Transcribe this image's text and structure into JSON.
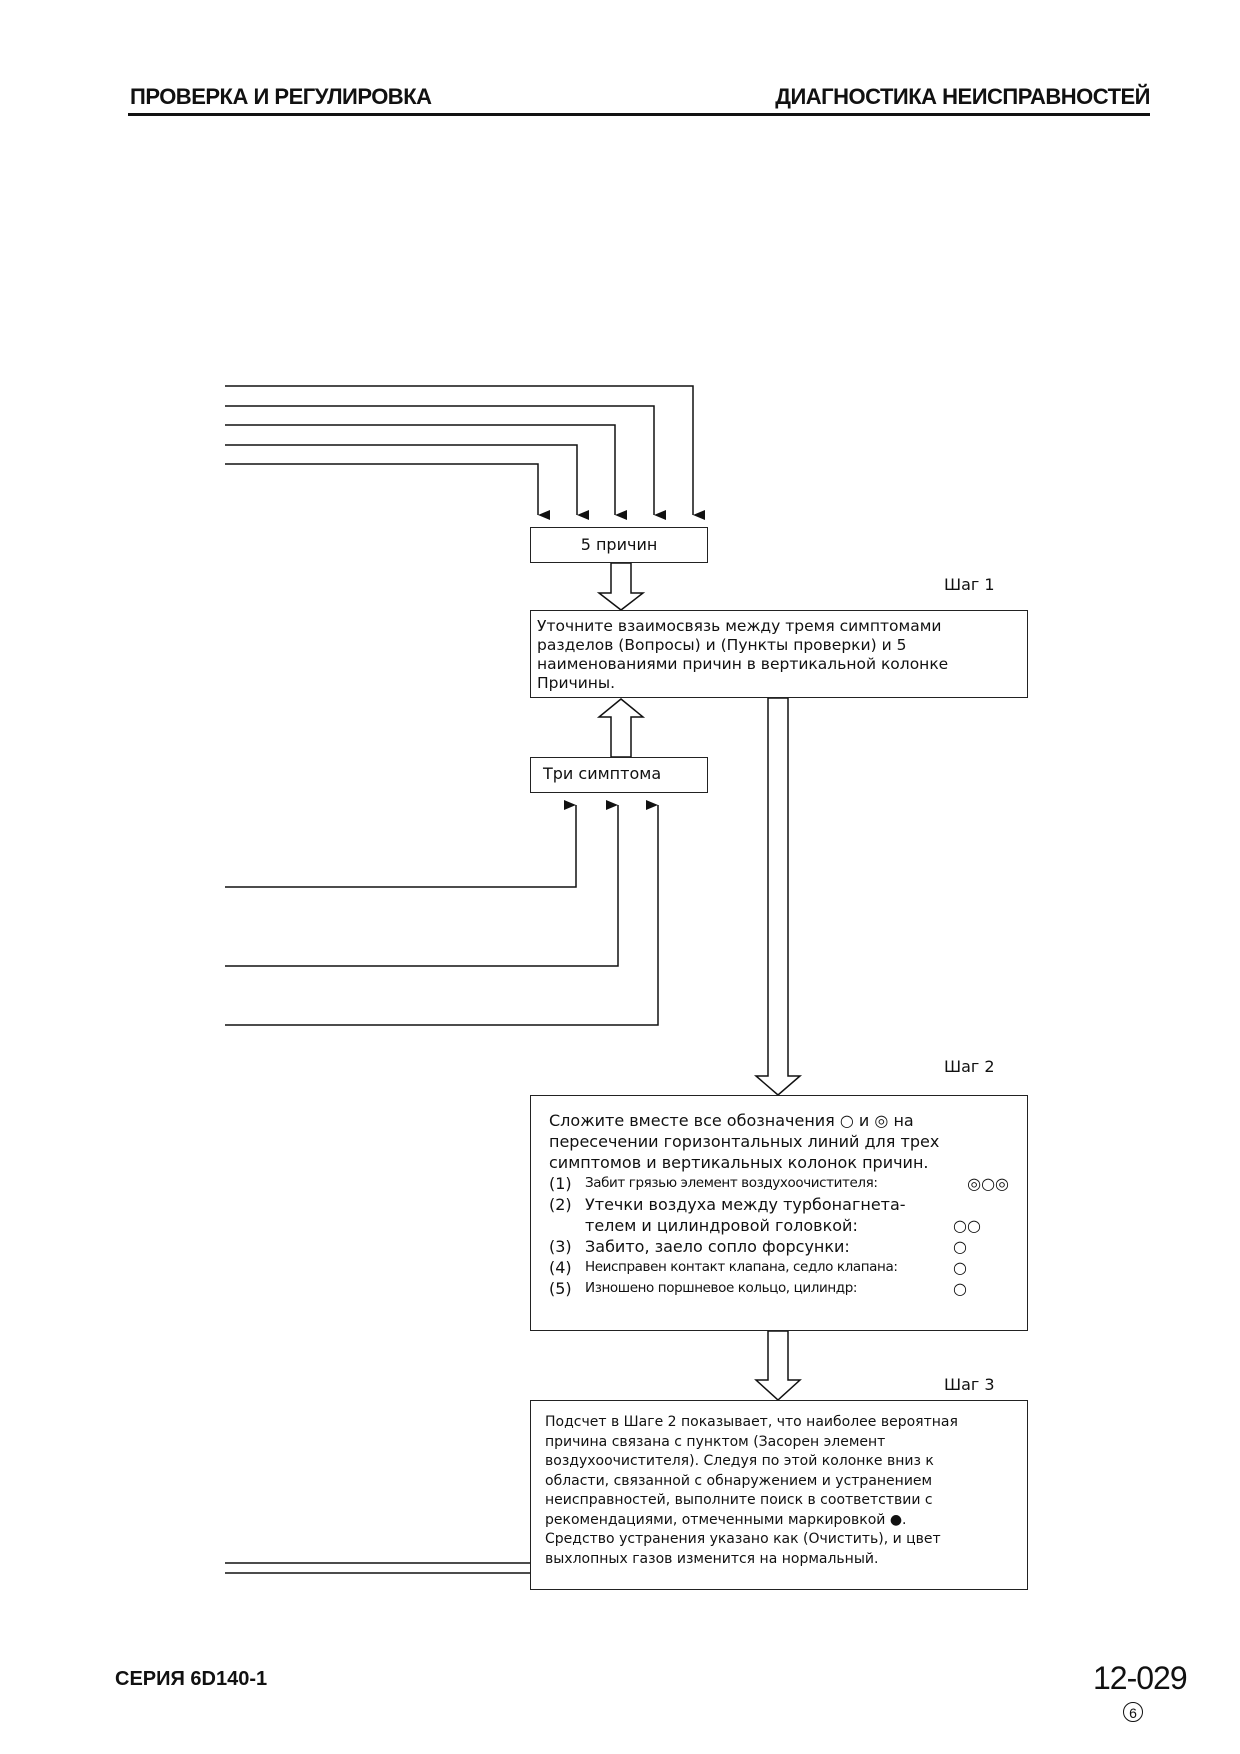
{
  "header": {
    "left_title": "ПРОВЕРКА И РЕГУЛИРОВКА",
    "right_title": "ДИАГНОСТИКА НЕИСПРАВНОСТЕЙ"
  },
  "diagram": {
    "causes_box": "5 причин",
    "step1": {
      "label": "Шаг 1",
      "lines": [
        "Уточните взаимосвязь между тремя симптомами",
        "разделов (Вопросы) и (Пункты проверки) и 5",
        "наименованиями причин в вертикальной колонке",
        "Причины."
      ]
    },
    "symptoms_box": "Три симптома",
    "step2": {
      "label": "Шаг 2",
      "intro_lines": [
        "Сложите вместе все обозначения ○ и ◎ на",
        "пересечении горизонтальных линий для трех",
        "симптомов и вертикальных колонок причин."
      ],
      "items": [
        {
          "num": "(1)",
          "text": "Забит грязью элемент воздухоочистителя:",
          "marks": "◎○◎"
        },
        {
          "num": "(2)",
          "text": "Утечки воздуха между турбонагнета-",
          "marks": ""
        },
        {
          "num": "",
          "text": "телем и цилиндровой головкой:",
          "marks": "○○"
        },
        {
          "num": "(3)",
          "text": "Забито, заело сопло форсунки:",
          "marks": "○"
        },
        {
          "num": "(4)",
          "text": "Неисправен контакт клапана, седло клапана:",
          "marks": "○"
        },
        {
          "num": "(5)",
          "text": "Изношено поршневое кольцо, цилиндр:",
          "marks": "○"
        }
      ]
    },
    "step3": {
      "label": "Шаг 3",
      "lines": [
        "Подсчет в Шаге 2 показывает, что наиболее вероятная",
        "причина связана с пунктом (Засорен элемент",
        "воздухоочистителя). Следуя по этой колонке вниз к",
        "области, связанной с обнаружением и устранением",
        "неисправностей, выполните поиск в соответствии с",
        "рекомендациями, отмеченными маркировкой ●.",
        "Средство устранения указано как (Очистить), и цвет",
        "выхлопных газов изменится на нормальный."
      ]
    }
  },
  "footer": {
    "series": "СЕРИЯ 6D140-1",
    "page_number": "12-029",
    "edition": "6"
  }
}
